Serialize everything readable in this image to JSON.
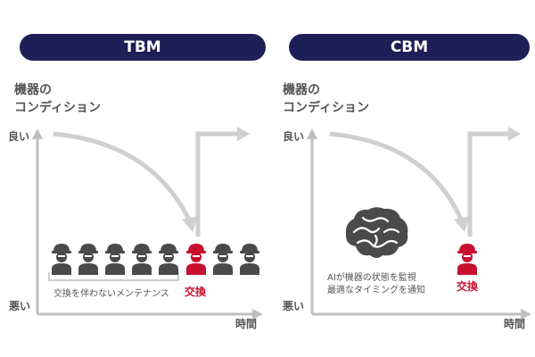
{
  "panels": {
    "tbm": {
      "title": "TBM",
      "y_label_line1": "機器の",
      "y_label_line2": "コンディション",
      "y_high": "良い",
      "y_low": "悪い",
      "x_label": "時間",
      "maintenance_note": "交換を伴わないメンテナンス",
      "replace_label": "交換"
    },
    "cbm": {
      "title": "CBM",
      "y_label_line1": "機器の",
      "y_label_line2": "コンディション",
      "y_high": "良い",
      "y_low": "悪い",
      "x_label": "時間",
      "ai_note_line1": "AIが機器の状態を監視",
      "ai_note_line2": "最適なタイミングを通知",
      "replace_label": "交換"
    }
  },
  "colors": {
    "header_bg": "#1d1f57",
    "axis": "#bfbfbf",
    "worker_gray": "#4a4a4a",
    "worker_red": "#c8102e"
  }
}
